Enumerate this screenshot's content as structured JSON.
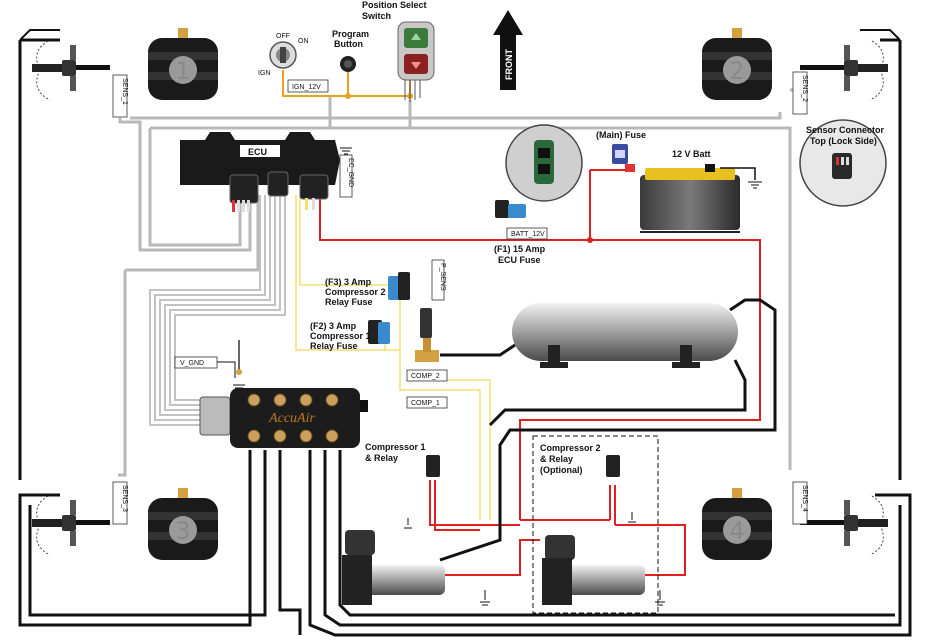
{
  "labels": {
    "position_select_title_1": "Position Select",
    "position_select_title_2": "Switch",
    "program_button_1": "Program",
    "program_button_2": "Button",
    "key_off": "OFF",
    "key_on": "ON",
    "key_ign": "IGN",
    "ign_12v": "IGN_12V",
    "front": "FRONT",
    "ecu": "ECU",
    "ec_gnd": "EC_GND",
    "main_fuse": "(Main) Fuse",
    "batt": "12 V Batt",
    "sensor_connector_1": "Sensor Connector",
    "sensor_connector_2": "Top (Lock Side)",
    "batt_12v": "BATT_12V",
    "ecu_fuse_1": "(F1) 15 Amp",
    "ecu_fuse_2": "ECU Fuse",
    "p_sens": "P_SENS",
    "f3_fuse_1": "(F3) 3 Amp",
    "f3_fuse_2": "Compressor 2",
    "f3_fuse_3": "Relay Fuse",
    "f2_fuse_1": "(F2) 3 Amp",
    "f2_fuse_2": "Compressor 1",
    "f2_fuse_3": "Relay Fuse",
    "v_gnd": "V_GND",
    "comp2": "COMP_2",
    "comp1": "COMP_1",
    "comp1_relay_1": "Compressor 1",
    "comp1_relay_2": "& Relay",
    "comp2_relay_1": "Compressor 2",
    "comp2_relay_2": "& Relay",
    "comp2_relay_3": "(Optional)",
    "valve_brand": "AccuAir",
    "sens1": "SENS_1",
    "sens2": "SENS_2",
    "sens3": "SENS_3",
    "sens4": "SENS_4",
    "corner1": "1",
    "corner2": "2",
    "corner3": "3",
    "corner4": "4"
  },
  "colors": {
    "power": "#e02020",
    "ground": "#111111",
    "signal": "#e8a020",
    "sensor": "#b0b0b0",
    "relay_signal": "#f0e070"
  }
}
